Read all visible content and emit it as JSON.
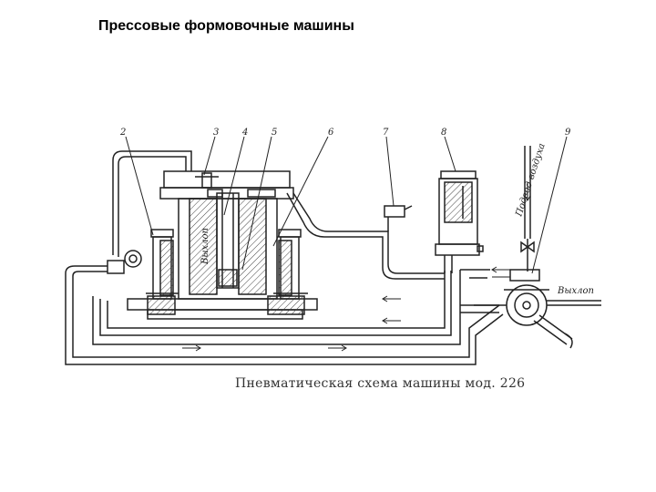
{
  "slide": {
    "title": "Прессовые формовочные машины"
  },
  "diagram": {
    "callouts": [
      "2",
      "3",
      "4",
      "5",
      "6",
      "7",
      "8",
      "9"
    ],
    "label_exhaust_right": "Выхлоп",
    "label_exhaust_vertical": "Выхлоп",
    "label_air_supply": "Подвод воздуха",
    "caption": "Пневматическая схема машины мод. 226"
  }
}
